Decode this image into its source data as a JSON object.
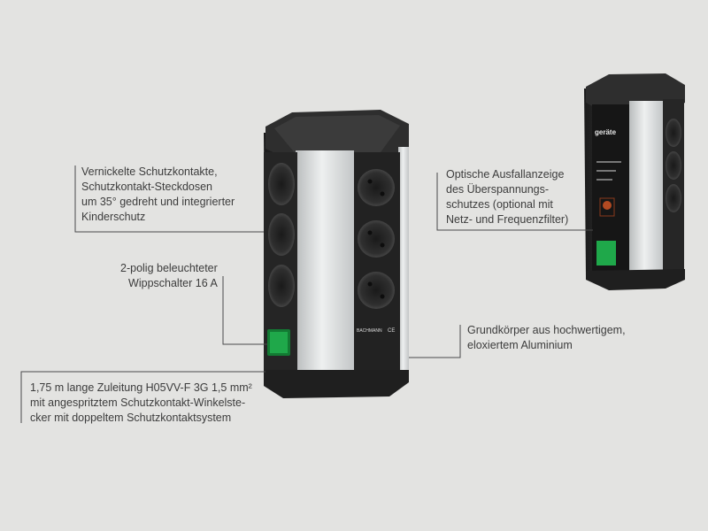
{
  "annotations": {
    "contacts": [
      "Vernickelte Schutzkontakte,",
      "Schutzkontakt-Steckdosen",
      "um 35° gedreht und integrierter",
      "Kinderschutz"
    ],
    "switch": [
      "2-polig beleuchteter",
      "Wippschalter 16 A"
    ],
    "indicator": [
      "Optische Ausfallanzeige",
      "des Überspannungs-",
      "schutzes (optional mit",
      "Netz- und Frequenzfilter)"
    ],
    "body": [
      "Grundkörper aus hochwertigem,",
      "eloxiertem Aluminium"
    ],
    "cable": [
      "1,75 m lange Zuleitung H05VV-F 3G 1,5 mm²",
      "mit angespritztem Schutzkontakt-Winkelste-",
      "cker mit doppeltem Schutzkontaktsystem"
    ]
  },
  "product_marks": {
    "brand_left": "BACHMANN",
    "brand_right": "geräte",
    "ce": "CE"
  },
  "colors": {
    "background": "#e3e3e1",
    "body_dark": "#2b2b2b",
    "aluminium": "#cfd2d3",
    "switch_green": "#1fa84a",
    "leader_line": "#4a4a4a"
  }
}
